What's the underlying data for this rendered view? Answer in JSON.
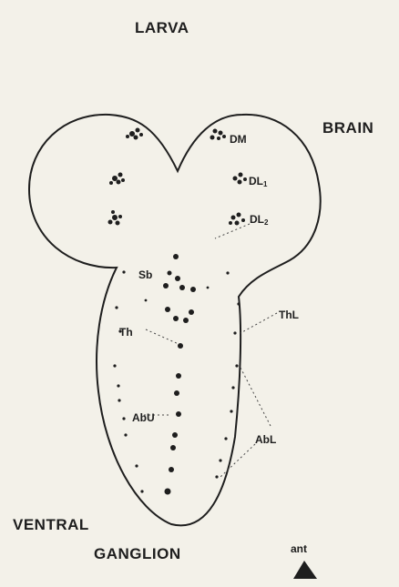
{
  "diagram": {
    "title": "LARVA",
    "brain_label": "BRAIN",
    "ventral_label_line1": "VENTRAL",
    "ventral_label_line2": "GANGLION",
    "orientation_label": "ant",
    "clusters": {
      "dm": "DM",
      "dl1_base": "DL",
      "dl1_sub": "1",
      "dl2_base": "DL",
      "dl2_sub": "2",
      "sb": "Sb",
      "th": "Th",
      "thl": "ThL",
      "abu": "AbU",
      "abl": "AbL"
    }
  },
  "colors": {
    "background": "#f3f1e9",
    "ink": "#1e1e1e"
  }
}
